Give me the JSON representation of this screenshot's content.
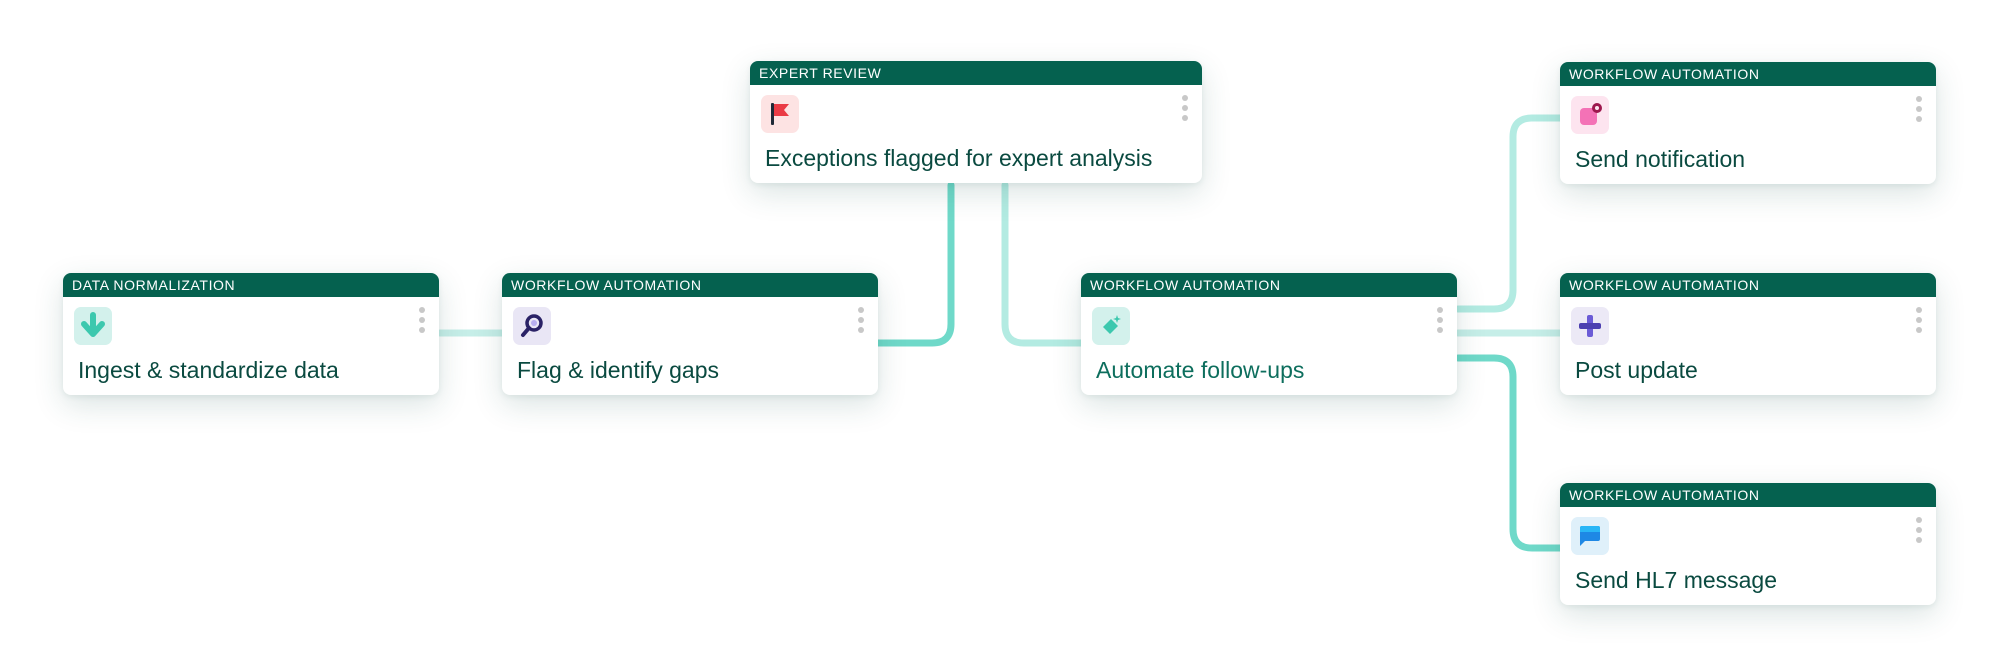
{
  "nodes": {
    "ingest": {
      "category": "DATA NORMALIZATION",
      "title": "Ingest & standardize data",
      "icon": "download-arrow-icon",
      "icon_bg": "#d3f1ec",
      "icon_color": "#3cc8ae"
    },
    "flag": {
      "category": "WORKFLOW AUTOMATION",
      "title": "Flag & identify gaps",
      "icon": "magnifier-icon",
      "icon_bg": "#e9e6f5",
      "icon_color": "#2a2266"
    },
    "expert": {
      "category": "EXPERT REVIEW",
      "title": "Exceptions flagged for expert analysis",
      "icon": "red-flag-icon",
      "icon_bg": "#fde3e3",
      "icon_color": "#ea3b45"
    },
    "automate": {
      "category": "WORKFLOW AUTOMATION",
      "title": "Automate follow-ups",
      "icon": "tag-sparkle-icon",
      "icon_bg": "#d3f1ec",
      "icon_color": "#3cc8ae"
    },
    "notify": {
      "category": "WORKFLOW AUTOMATION",
      "title": "Send notification",
      "icon": "notification-badge-icon",
      "icon_bg": "#fde4ef",
      "icon_color": "#f472b6"
    },
    "post": {
      "category": "WORKFLOW AUTOMATION",
      "title": "Post update",
      "icon": "plus-cross-icon",
      "icon_bg": "#ece9f6",
      "icon_color": "#6b5bd6"
    },
    "hl7": {
      "category": "WORKFLOW AUTOMATION",
      "title": "Send HL7 message",
      "icon": "chat-bubble-icon",
      "icon_bg": "#dff0fa",
      "icon_color": "#1e88e5"
    }
  },
  "colors": {
    "header": "#05614f",
    "connector": "#6fd9c9",
    "connector_faint": "#c6eee8"
  }
}
